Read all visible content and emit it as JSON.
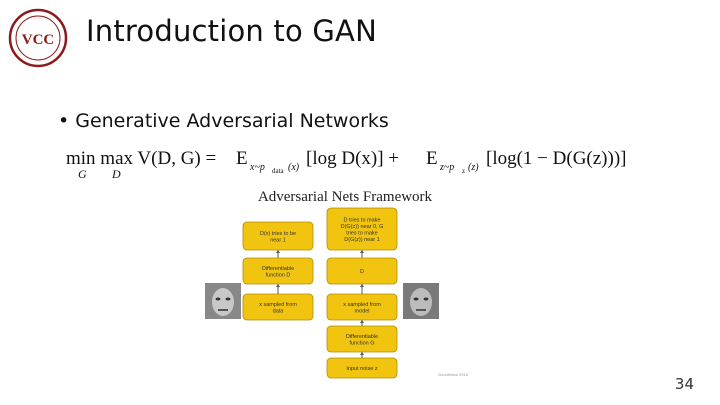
{
  "slide": {
    "title": "Introduction to GAN",
    "bullet": "Generative Adversarial Networks",
    "page_number": "34",
    "credit": "Goodfellow 2016"
  },
  "logo": {
    "text": "VCC"
  },
  "equation": {
    "lhs": "min max V(D, G) = ",
    "min_sub": "G",
    "max_sub": "D",
    "term1": "E",
    "term1_sub": "x~p",
    "term1_subsub": "data",
    "term1_arg": "(x)",
    "term1_log": "[log D(x)] + ",
    "term2": "E",
    "term2_sub": "z~p",
    "term2_subsub": "z",
    "term2_arg": "(z)",
    "term2_log": "[log(1 − D(G(z)))]."
  },
  "framework": {
    "heading": "Adversarial Nets Framework",
    "left_nodes": [
      "D(x) tries to be near 1",
      "Differentiable function D",
      "x sampled from data"
    ],
    "right_nodes": [
      "D tries to make D(G(z)) near 0, G tries to make D(G(z)) near 1",
      "D",
      "x sampled from model",
      "Differentiable function G",
      "Input noise z"
    ],
    "box_fill": "#f1c40f",
    "box_stroke": "#b48c08"
  }
}
